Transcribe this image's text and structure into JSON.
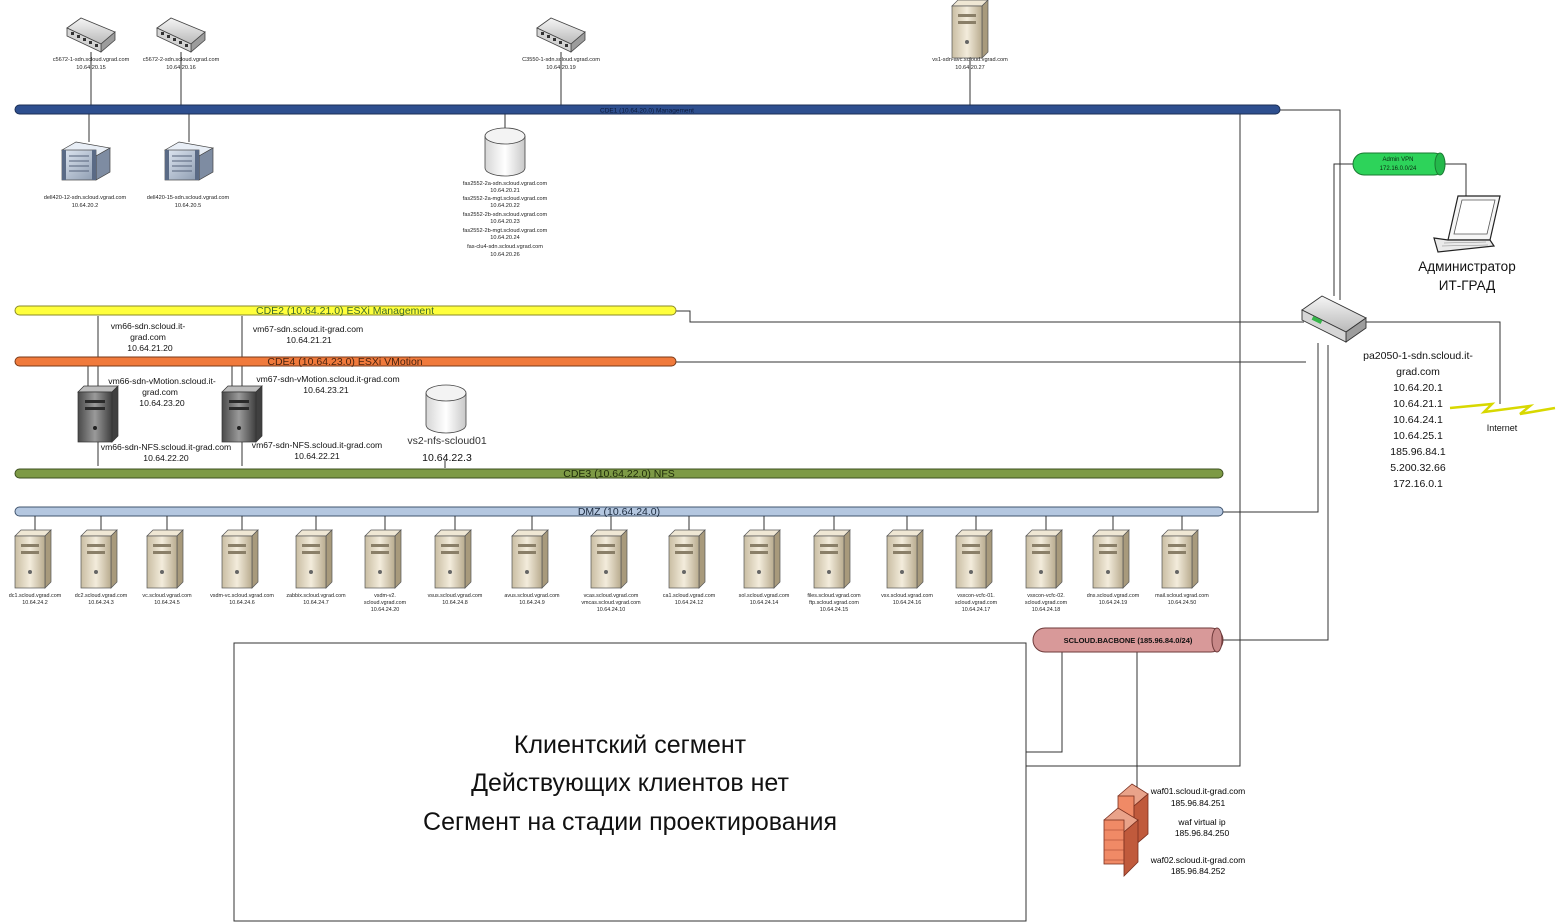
{
  "colors": {
    "cde1": "#2e4f8f",
    "cde2": "#ffff3c",
    "cde4": "#f07a3c",
    "cde3": "#7d9a45",
    "dmz": "#b4c7e0",
    "backbone": "#d89999",
    "admin_vpn": "#2dd35a"
  },
  "top_devices": [
    {
      "icon": "switch-icon",
      "name": "c5672-1-sdn.scloud.vgrad.com",
      "ip": "10.64.20.15"
    },
    {
      "icon": "switch-icon",
      "name": "c5672-2-sdn.scloud.vgrad.com",
      "ip": "10.64.20.16"
    },
    {
      "icon": "switch-icon",
      "name": "C3550-1-sdn.scloud.vgrad.com",
      "ip": "10.64.20.19"
    },
    {
      "icon": "server-icon",
      "name": "vs1-sdn-avc.scloud.vgrad.com",
      "ip": "10.64.20.27"
    }
  ],
  "mgmt_devices": [
    {
      "icon": "rack-server-icon",
      "name": "dell420-12-sdn.scloud.vgrad.com",
      "ip": "10.64.20.2"
    },
    {
      "icon": "rack-server-icon",
      "name": "dell420-15-sdn.scloud.vgrad.com",
      "ip": "10.64.20.5"
    }
  ],
  "storage_labels": [
    "fas2552-2a-sdn.scloud.vgrad.com",
    "10.64.20.21",
    "fas2552-2a-mgt.scloud.vgrad.com",
    "10.64.20.22",
    "fas2552-2b-sdn.scloud.vgrad.com",
    "10.64.20.23",
    "fas2552-2b-mgt.scloud.vgrad.com",
    "10.64.20.24",
    "fas-clu4-sdn.scloud.vgrad.com",
    "10.64.20.26"
  ],
  "buses": {
    "cde1": "CDE1 (10.64.20.0) Management",
    "cde2": "CDE2 (10.64.21.0) ESXi Management",
    "cde4": "CDE4 (10.64.23.0) ESXi VMotion",
    "cde3": "CDE3 (10.64.22.0) NFS",
    "dmz": "DMZ (10.64.24.0)",
    "backbone": "SCLOUD.BACBONE (185.96.84.0/24)"
  },
  "hosts": {
    "vm66_mgmt": [
      "vm66-sdn.scloud.it-",
      "grad.com",
      "10.64.21.20"
    ],
    "vm67_mgmt": [
      "vm67-sdn.scloud.it-grad.com",
      "10.64.21.21"
    ],
    "vm66_vmotion": [
      "vm66-sdn-vMotion.scloud.it-",
      "grad.com",
      "10.64.23.20"
    ],
    "vm67_vmotion": [
      "vm67-sdn-vMotion.scloud.it-grad.com",
      "10.64.23.21"
    ],
    "vm66_nfs": [
      "vm66-sdn-NFS.scloud.it-grad.com",
      "10.64.22.20"
    ],
    "vm67_nfs": [
      "vm67-sdn-NFS.scloud.it-grad.com",
      "10.64.22.21"
    ],
    "nfs_storage": [
      "vs2-nfs-scloud01",
      "10.64.22.3"
    ]
  },
  "dmz_servers": [
    {
      "name": "dc1.scloud.vgrad.com",
      "ip": "10.64.24.2"
    },
    {
      "name": "dc2.scloud.vgrad.com",
      "ip": "10.64.24.3"
    },
    {
      "name": "vc.scloud.vgrad.com",
      "ip": "10.64.24.5"
    },
    {
      "name": "vsdm-vc.scloud.vgrad.com",
      "ip": "10.64.24.6"
    },
    {
      "name": "zabbix.scloud.vgrad.com",
      "ip": "10.64.24.7"
    },
    {
      "name": "vsdm-v2.",
      "name2": "scloud.vgrad.com",
      "ip": "10.64.24.20"
    },
    {
      "name": "vsus.scloud.vgrad.com",
      "ip": "10.64.24.8"
    },
    {
      "name": "avus.scloud.vgrad.com",
      "ip": "10.64.24.9"
    },
    {
      "name": "vcas.scloud.vgrad.com",
      "name2": "vmcas.scloud.vgrad.com",
      "ip": "10.64.24.10"
    },
    {
      "name": "ca1.scloud.vgrad.com",
      "ip": "10.64.24.12"
    },
    {
      "name": "sol.scloud.vgrad.com",
      "ip": "10.64.24.14"
    },
    {
      "name": "files.scloud.vgrad.com",
      "name2": "ftp.scloud.vgrad.com",
      "ip": "10.64.24.15"
    },
    {
      "name": "vsx.scloud.vgrad.com",
      "ip": "10.64.24.16"
    },
    {
      "name": "vsxcon-vcfc-01.",
      "name2": "scloud.vgrad.com",
      "ip": "10.64.24.17"
    },
    {
      "name": "vsxcon-vcfc-02.",
      "name2": "scloud.vgrad.com",
      "ip": "10.64.24.18"
    },
    {
      "name": "dns.scloud.vgrad.com",
      "ip": "10.64.24.19"
    },
    {
      "name": "mail.scloud.vgrad.com",
      "ip": "10.64.24.50"
    }
  ],
  "admin_vpn": {
    "label": "Admin VPN",
    "subnet": "172.16.0.0/24"
  },
  "admin_caption": [
    "Администратор",
    "ИТ-ГРАД"
  ],
  "firewall": {
    "lines": [
      "pa2050-1-sdn.scloud.it-",
      "grad.com",
      "10.64.20.1",
      "10.64.21.1",
      "10.64.24.1",
      "10.64.25.1",
      "185.96.84.1",
      "5.200.32.66",
      "172.16.0.1"
    ]
  },
  "internet_label": "Internet",
  "waf": {
    "waf01": [
      "waf01.scloud.it-grad.com",
      "185.96.84.251"
    ],
    "virtual": [
      "waf virtual ip",
      "185.96.84.250"
    ],
    "waf02": [
      "waf02.scloud.it-grad.com",
      "185.96.84.252"
    ]
  },
  "client_segment": [
    "Клиентский сегмент",
    "Действующих клиентов нет",
    "Сегмент на стадии проектирования"
  ]
}
